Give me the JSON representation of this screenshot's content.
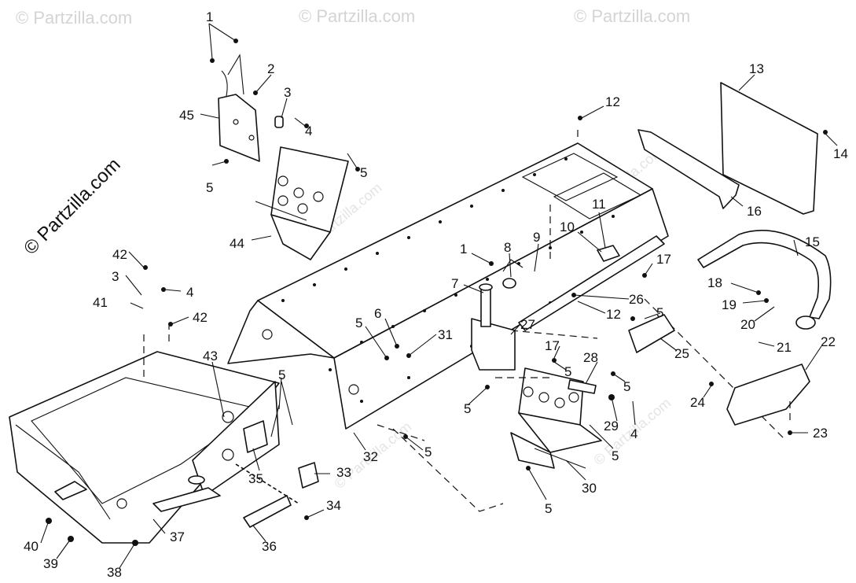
{
  "watermark": {
    "brand_text": "© Partzilla.com",
    "repeat_text": "© Partzilla.com"
  },
  "callouts": {
    "n1_top": "1",
    "n2": "2",
    "n3_top": "3",
    "n4_top": "4",
    "n5_top_right": "5",
    "n5_top_left": "5",
    "n45": "45",
    "n44": "44",
    "n12_top": "12",
    "n13": "13",
    "n14": "14",
    "n16": "16",
    "n11": "11",
    "n10": "10",
    "n9": "9",
    "n8": "8",
    "n1_mid": "1",
    "n7": "7",
    "n17_top": "17",
    "n26": "26",
    "n12_mid": "12",
    "n5_mid_right": "5",
    "n25": "25",
    "n27": "27",
    "n17_mid": "17",
    "n15": "15",
    "n18": "18",
    "n19": "19",
    "n20": "20",
    "n21": "21",
    "n22": "22",
    "n24": "24",
    "n23": "23",
    "n42_top": "42",
    "n3_left": "3",
    "n4_left": "4",
    "n41": "41",
    "n42_mid": "42",
    "n5_a": "5",
    "n6": "6",
    "n31": "31",
    "n28": "28",
    "n5_b": "5",
    "n5_c": "5",
    "n29": "29",
    "n4_bottom": "4",
    "n5_d": "5",
    "n5_e": "5",
    "n30": "30",
    "n5_f": "5",
    "n43": "43",
    "n5_g": "5",
    "n32": "32",
    "n5_h": "5",
    "n35": "35",
    "n33": "33",
    "n34": "34",
    "n36": "36",
    "n37": "37",
    "n40": "40",
    "n39": "39",
    "n38": "38"
  }
}
